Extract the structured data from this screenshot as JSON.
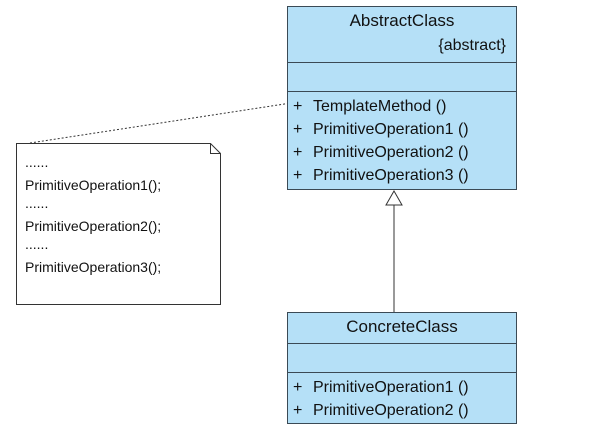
{
  "abstract_class": {
    "name": "AbstractClass",
    "stereotype": "{abstract}",
    "operations": [
      {
        "visibility": "+",
        "label": "TemplateMethod ()"
      },
      {
        "visibility": "+",
        "label": "PrimitiveOperation1 ()"
      },
      {
        "visibility": "+",
        "label": "PrimitiveOperation2 ()"
      },
      {
        "visibility": "+",
        "label": "PrimitiveOperation3 ()"
      }
    ]
  },
  "concrete_class": {
    "name": "ConcreteClass",
    "operations": [
      {
        "visibility": "+",
        "label": "PrimitiveOperation1 ()"
      },
      {
        "visibility": "+",
        "label": "PrimitiveOperation2 ()"
      }
    ]
  },
  "note": {
    "lines": [
      "......",
      "PrimitiveOperation1();",
      "......",
      "PrimitiveOperation2();",
      "......",
      "PrimitiveOperation3();"
    ]
  },
  "colors": {
    "class_fill": "#b5e0f7",
    "border": "#3b4a55"
  }
}
